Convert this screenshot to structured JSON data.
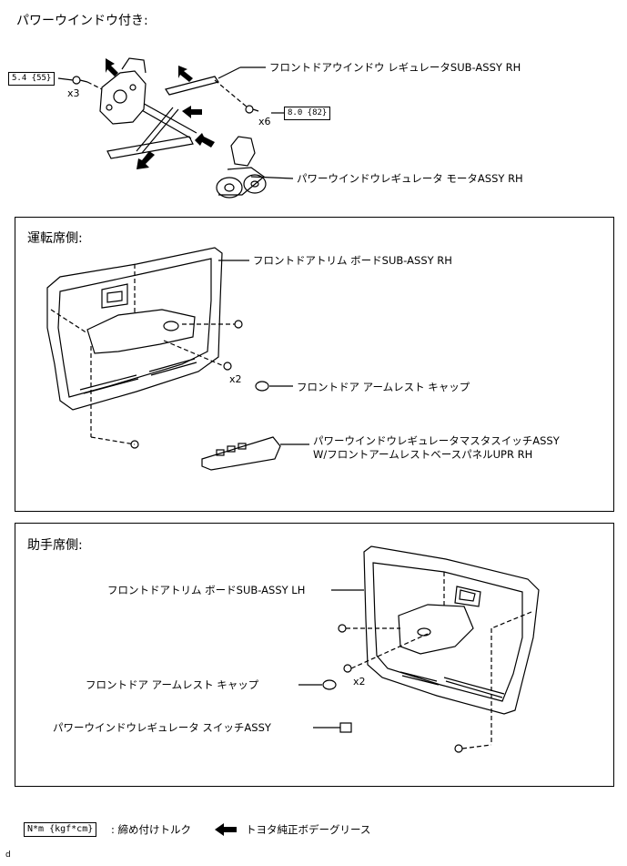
{
  "top_section": {
    "title": "パワーウインドウ付き:",
    "regulator_label": "フロントドアウインドウ レギュレータSUB-ASSY RH",
    "motor_label": "パワーウインドウレギュレータ モータASSY RH",
    "torque_left": "5.4 {55}",
    "torque_right": "8.0 {82}",
    "qty_left": "x3",
    "qty_right": "x6"
  },
  "driver_section": {
    "title": "運転席側:",
    "trim_label": "フロントドアトリム ボードSUB-ASSY RH",
    "cap_label": "フロントドア アームレスト キャップ",
    "switch_label_line1": "パワーウインドウレギュレータマスタスイッチASSY",
    "switch_label_line2": "W/フロントアームレストベースパネルUPR RH",
    "qty": "x2"
  },
  "passenger_section": {
    "title": "助手席側:",
    "trim_label": "フロントドアトリム ボードSUB-ASSY LH",
    "cap_label": "フロントドア アームレスト キャップ",
    "switch_label": "パワーウインドウレギュレータ スイッチASSY",
    "qty": "x2"
  },
  "legend": {
    "torque_unit": "N*m {kgf*cm}",
    "torque_desc": ": 締め付けトルク",
    "grease_desc": "トヨタ純正ボデーグリース"
  },
  "footer": {
    "code": "d"
  }
}
